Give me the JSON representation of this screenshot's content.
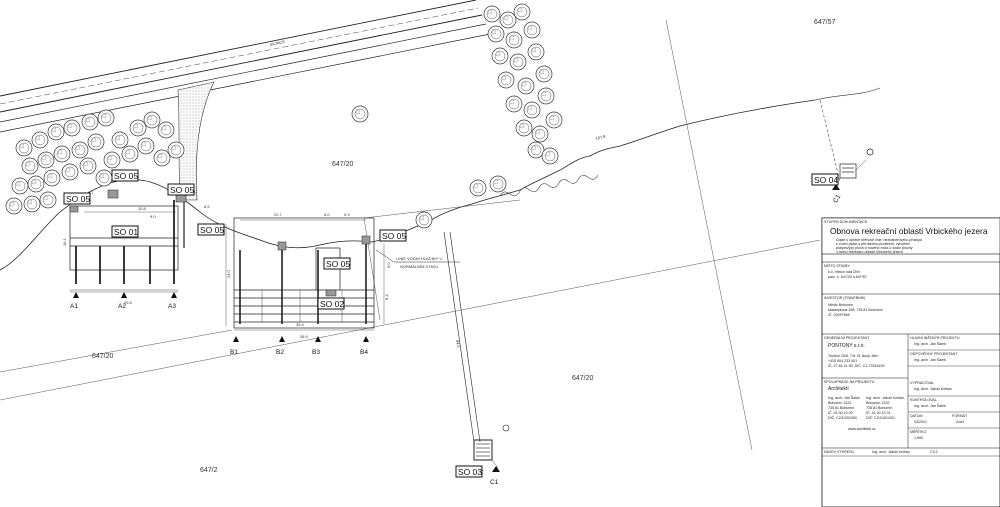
{
  "labels": {
    "so": [
      "SO 05",
      "SO 05",
      "SO 05",
      "SO 05",
      "SO 05",
      "SO 01",
      "SO 02",
      "SO 04",
      "SO 03"
    ],
    "parcels": [
      "647/57",
      "647/20",
      "647/20",
      "647/20",
      "647/2"
    ],
    "sections": [
      "A1",
      "A2",
      "A3",
      "B1",
      "B2",
      "B3",
      "B4",
      "C1",
      "C1"
    ],
    "water_line": [
      "LINIE VODNÍ HLADINY V",
      "NORMÁLNÍM STAVU"
    ],
    "road": "SILNICE"
  },
  "dims": {
    "items": [
      "29.5",
      "10.8",
      "9.0",
      "6.5",
      "22.7",
      "6.0",
      "9.3",
      "35.4",
      "38.9",
      "16.1",
      "24.0",
      "8.4",
      "6.0",
      "107.8",
      "84.5",
      "3.7",
      "2.2"
    ]
  },
  "title_block": {
    "kind": "STUPEŇ DOKUMENTACE",
    "project_name": "Obnova rekreační oblasti Vrbického jezera",
    "description": [
      "Dojde k úpravě břehové linie, bezbariérového přístupu",
      "k vodní ploše a přírodnímu prostředí, vytvoření",
      "pobytových ploch a nového mola u vodní plochy",
      "v rámci rekreační oblasti Vrbického jezera"
    ],
    "site_header": "MÍSTO STAVBY",
    "site": [
      "k.ú. Vrbice nad Ohří",
      "parc. č. 647/20 a 647/57"
    ],
    "investor_header": "INVESTOR (STAVEBNÍK)",
    "investor": [
      "Město Bohumín",
      "Masarykova 158, 735 81 Bohumín",
      "IČ: 00297569"
    ],
    "contractor_header": "GENERÁLNÍ PROJEKTANT",
    "contractor_company": "PONTONY s.r.o.",
    "contractor_lines": [
      "Tovární 25/8, 741 01 Nový Jičín",
      "+420 604 233 001",
      "IČ: 27 81 41 59, DIČ: CZ 27814159"
    ],
    "chief_header": "HLAVNÍ INŽENÝR PROJEKTU",
    "chief_name": "Ing. arch. Jan Šálek",
    "resp_header": "ODPOVĚDNÝ PROJEKTANT",
    "resp_name": "Ing. arch. Jan Šálek",
    "sub_header": "SPOLUPRÁCE NA PROJEKTU",
    "sub_company": "Architekti",
    "sub_col1": [
      "Ing. arch. Jan Šálek",
      "Bohumín 1222",
      "735 81 Bohumín",
      "IČ: 41 00 10 00",
      "DIČ: CZ41001000"
    ],
    "sub_col2": [
      "Ing. arch. Jakub Kolhan",
      "Bohumín 1222",
      "735 81 Bohumín",
      "IČ: 41 00 10 01",
      "DIČ: CZ41001001"
    ],
    "sub_web": "www.architekti.cz",
    "drawn_header": "VYPRACOVAL",
    "drawn_name": "Ing. arch. Jakub Kolhan",
    "check_header": "KONTROLOVAL",
    "check_name": "Ing. arch. Jan Šálek",
    "date_header": "DATUM",
    "date_value": "03/2021",
    "format_header": "FORMÁT",
    "format_value": "2xA4",
    "scale_header": "MĚŘÍTKO",
    "scale_value": "1:500",
    "footer_label": "NÁZEV VÝKRESU",
    "footer_name": "Ing. arch. Jakub Kolhan",
    "footer_code": "C3.2"
  }
}
